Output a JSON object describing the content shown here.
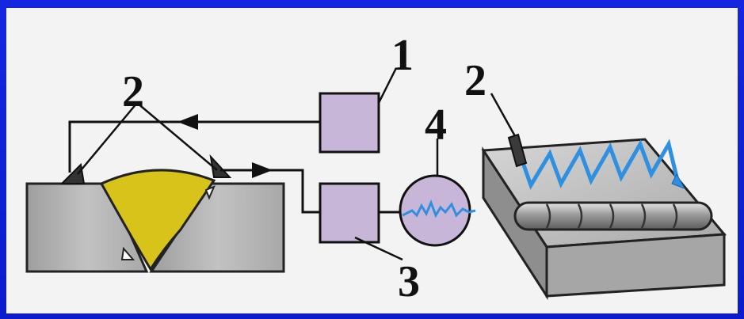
{
  "labels": {
    "sensor_left": "2",
    "generator": "1",
    "sensor_right": "2",
    "receiver": "3",
    "display": "4"
  },
  "colors": {
    "frame": "#0a1fcf",
    "panel": "#f3f3f3",
    "metal": "#b4b4b4",
    "weld": "#d8c31a",
    "box": "#c8b6d8",
    "wave": "#2f8fe0"
  }
}
